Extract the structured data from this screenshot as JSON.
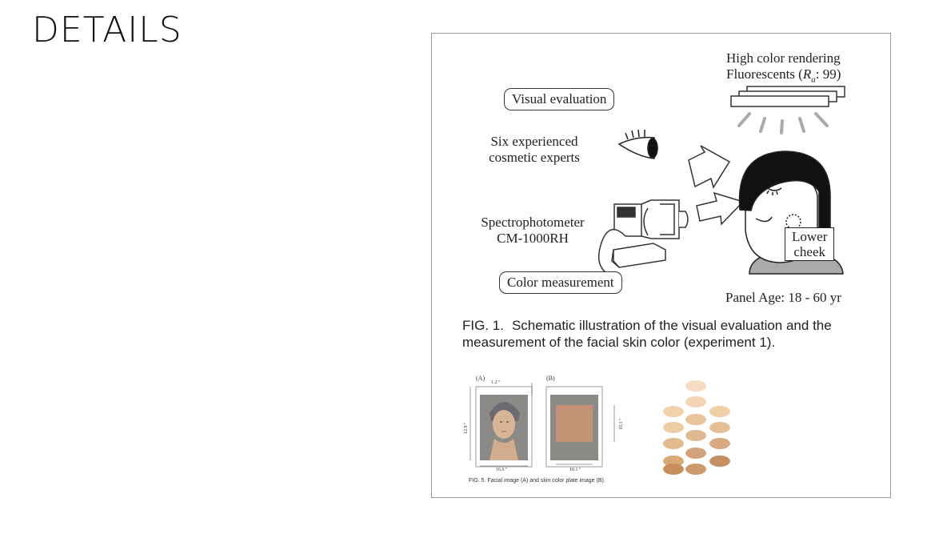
{
  "slide": {
    "title": "DETAILS"
  },
  "figure1": {
    "lights_label_line1": "High color rendering",
    "lights_label_line2": "Fluorescents (",
    "lights_label_ra": "R",
    "lights_label_ra_sub": "a",
    "lights_label_tail": ": 99)",
    "visual_evaluation": "Visual evaluation",
    "experts_line1": "Six experienced",
    "experts_line2": "cosmetic experts",
    "spectro_line1": "Spectrophotometer",
    "spectro_line2": "CM-1000RH",
    "color_measurement": "Color measurement",
    "lower_cheek_line1": "Lower",
    "lower_cheek_line2": "cheek",
    "panel_age": "Panel Age: 18 - 60 yr",
    "caption_label": "FIG. 1.",
    "caption_text": "Schematic illustration of the visual evaluation and the measurement of the facial skin color (experiment 1)."
  },
  "figure5": {
    "panel_a_label": "(A)",
    "panel_b_label": "(B)",
    "dim_top": "1.2 \"",
    "dim_height": "12.9 \"",
    "dim_width": "16.6 \"",
    "dim_plate_height": "10.1 \"",
    "dim_plate_width": "10.1 \"",
    "caption": "FIG. 5.    Facial image (A) and skin color plate image (B).",
    "colors": {
      "gray_bg": "#8c8a86",
      "skin_plate": "#c39275",
      "hair_cap": "#6d6a72"
    }
  },
  "swatches": {
    "colors": [
      "#f5dcc2",
      "#f3d5b6",
      "#f2d2ad",
      "#efcfa8",
      "#e8c39e",
      "#edcda4",
      "#e6bf95",
      "#e0b990",
      "#e5bb8d",
      "#d9a980",
      "#d4a27a",
      "#d9aa75",
      "#c98f64",
      "#cf9a6b",
      "#c98f5a"
    ]
  }
}
